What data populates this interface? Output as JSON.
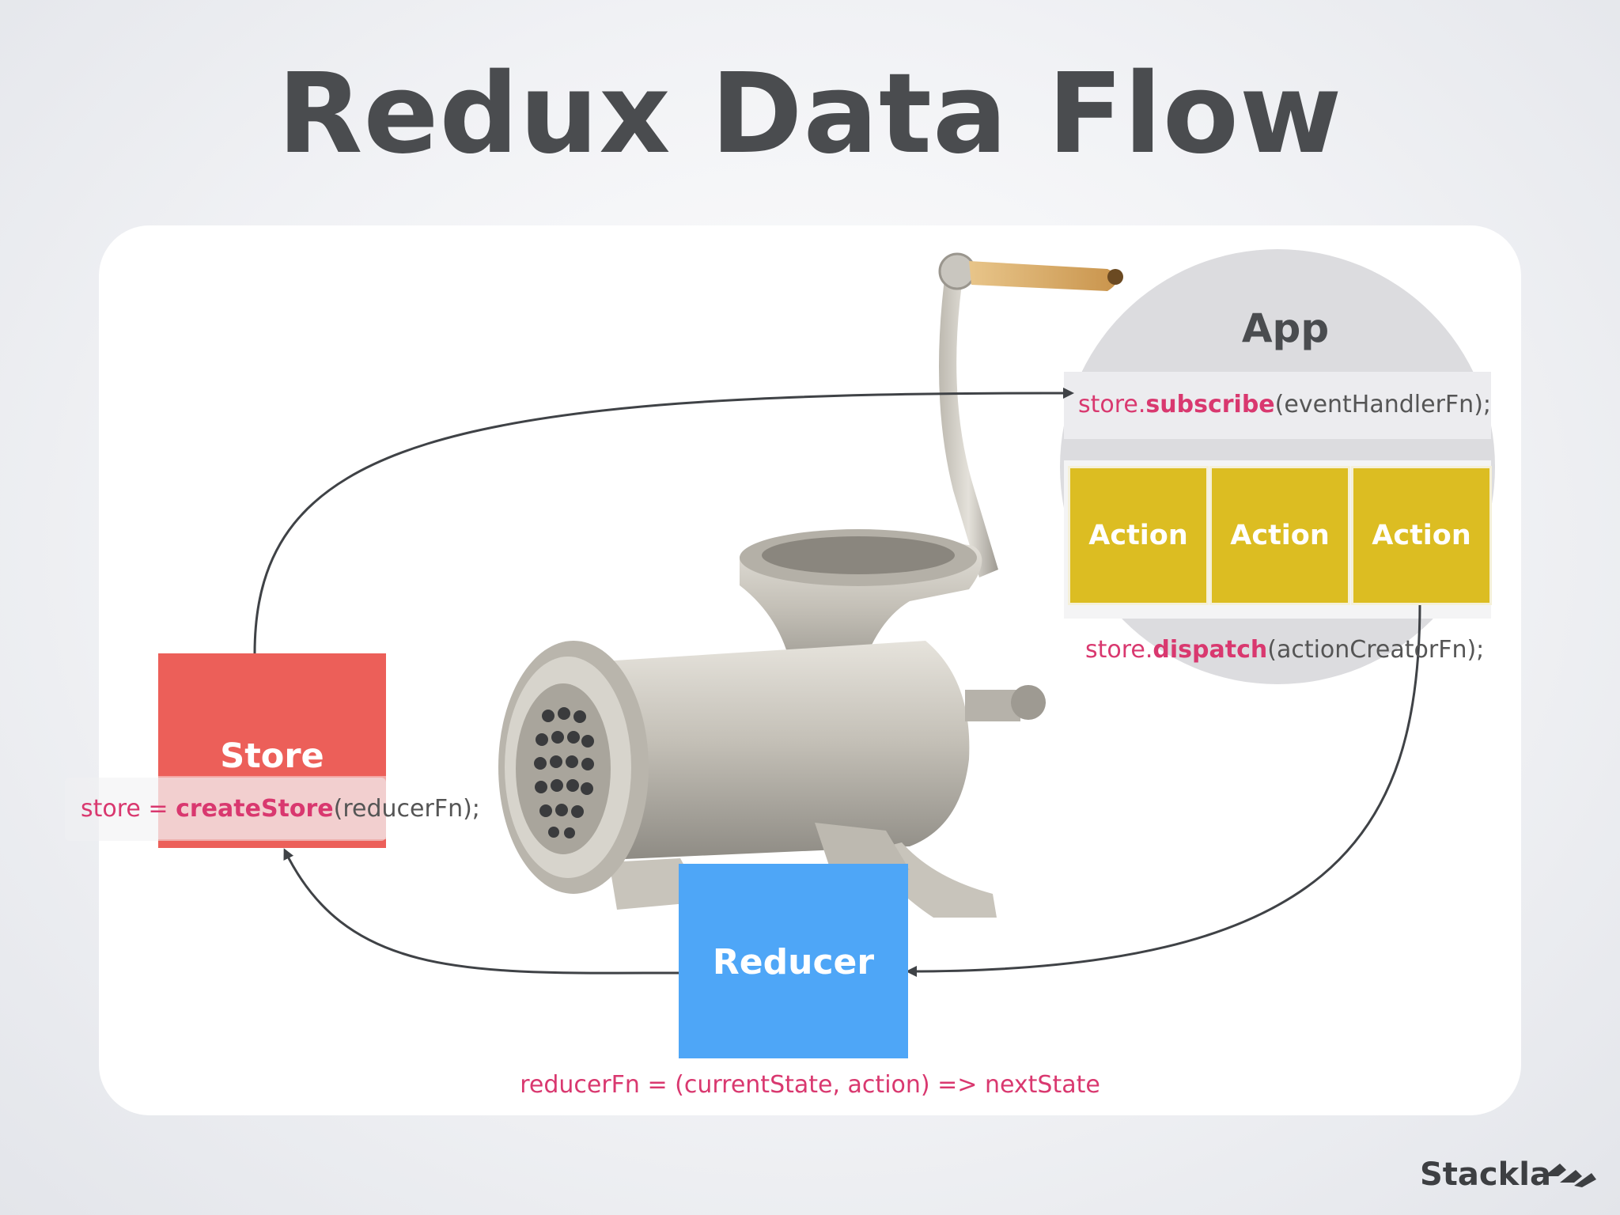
{
  "title": "Redux Data Flow",
  "store": {
    "label": "Store",
    "code_prefix": "store = ",
    "code_fn": "createStore",
    "code_args": "(reducerFn);"
  },
  "reducer": {
    "label": "Reducer",
    "code": "reducerFn = (currentState, action) => nextState"
  },
  "app": {
    "title": "App",
    "subscribe_prefix": "store.",
    "subscribe_fn": "subscribe",
    "subscribe_args": "(eventHandlerFn);",
    "dispatch_prefix": "store.",
    "dispatch_fn": "dispatch",
    "dispatch_args": "(actionCreatorFn);",
    "actions": [
      "Action",
      "Action",
      "Action"
    ]
  },
  "brand": "Stackla",
  "colors": {
    "store": "#ec5f59",
    "reducer": "#4ea6f7",
    "action": "#dcbd22",
    "code_accent": "#d9386f",
    "text": "#4a4c4f"
  },
  "image": "meat-grinder"
}
